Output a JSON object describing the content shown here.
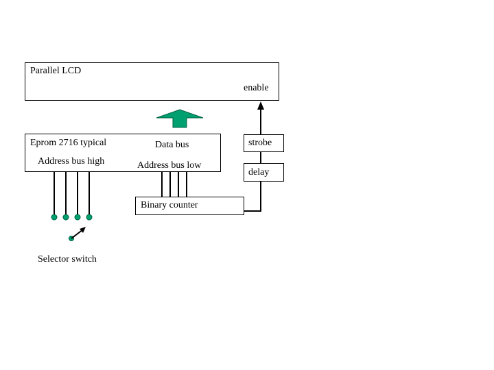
{
  "lcd": {
    "title": "Parallel LCD",
    "enable_label": "enable"
  },
  "eprom": {
    "title": "Eprom 2716 typical",
    "data_bus_label": "Data bus",
    "address_high_label": "Address bus high",
    "address_low_label": "Address bus low"
  },
  "strobe": {
    "label": "strobe"
  },
  "delay": {
    "label": "delay"
  },
  "counter": {
    "label": "Binary counter"
  },
  "selector": {
    "label": "Selector switch"
  },
  "colors": {
    "bus_arrow": "#00a070",
    "switch_contact": "#00a070",
    "line": "#000000"
  }
}
